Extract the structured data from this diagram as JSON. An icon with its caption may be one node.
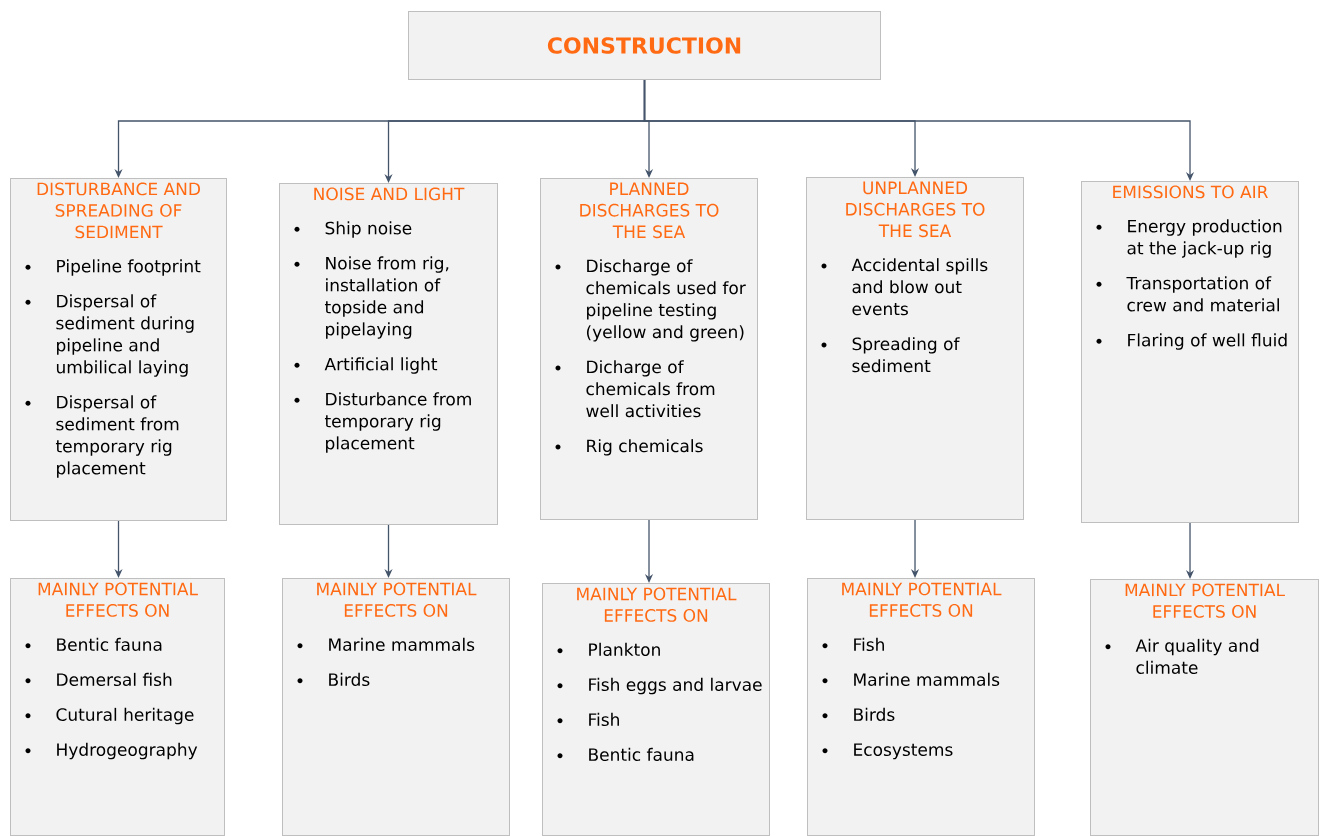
{
  "diagram": {
    "nodes": [
      {
        "text": [
          "CONSTRUCTION"
        ]
      },
      {
        "text": [
          "DISTURBANCE AND SPREADING OF SEDIMENT",
          "Pipeline footprint",
          "Dispersal of sediment during pipeline and umbilical laying",
          "Dispersal of sediment from temporary rig placement"
        ]
      },
      {
        "text": [
          "NOISE AND LIGHT",
          "Ship noise",
          "Noise from rig, installation of topside and pipelaying",
          "Artificial light",
          "Disturbance from temporary rig placement"
        ]
      },
      {
        "text": [
          "PLANNED DISCHARGES TO THE SEA",
          "Discharge of chemicals used for pipeline testing (yellow and green)",
          "Dicharge of chemicals from well activities",
          "Rig chemicals"
        ]
      },
      {
        "text": [
          "UNPLANNED DISCHARGES TO THE SEA",
          "Accidental spills and blow out events",
          "Spreading of sediment"
        ]
      },
      {
        "text": [
          "EMISSIONS TO AIR",
          "Energy production at the jack-up rig",
          "Transportation of crew and material",
          "Flaring of well fluid"
        ]
      },
      {
        "text": [
          "MAINLY POTENTIAL EFFECTS ON",
          "Bentic fauna",
          "Demersal fish",
          "Cutural heritage",
          "Hydrogeography"
        ]
      },
      {
        "text": [
          "MAINLY POTENTIAL EFFECTS ON",
          "Marine mammals",
          "Birds"
        ]
      },
      {
        "text": [
          "MAINLY POTENTIAL EFFECTS ON",
          "Plankton",
          "Fish eggs and larvae",
          "Fish",
          "Bentic fauna"
        ]
      },
      {
        "text": [
          "MAINLY POTENTIAL EFFECTS ON",
          "Fish",
          "Marine mammals",
          "Birds",
          "Ecosystems"
        ]
      },
      {
        "text": [
          "MAINLY POTENTIAL EFFECTS ON",
          "Air quality and climate"
        ]
      }
    ],
    "edges": [
      {
        "from": 0,
        "to": 1,
        "arrow": "to"
      },
      {
        "from": 0,
        "to": 2,
        "arrow": "to"
      },
      {
        "from": 0,
        "to": 3,
        "arrow": "to"
      },
      {
        "from": 0,
        "to": 4,
        "arrow": "to"
      },
      {
        "from": 0,
        "to": 5,
        "arrow": "to"
      },
      {
        "from": 1,
        "to": 6,
        "arrow": "to"
      },
      {
        "from": 2,
        "to": 7,
        "arrow": "to"
      },
      {
        "from": 3,
        "to": 8,
        "arrow": "to"
      },
      {
        "from": 4,
        "to": 9,
        "arrow": "to"
      },
      {
        "from": 5,
        "to": 10,
        "arrow": "to"
      }
    ]
  }
}
